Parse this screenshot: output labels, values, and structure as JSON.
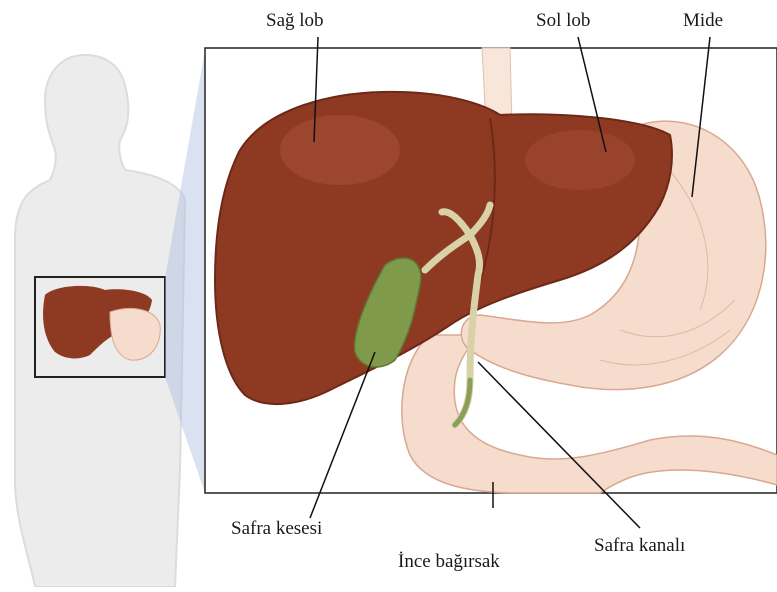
{
  "labels": {
    "right_lobe": "Sağ lob",
    "left_lobe": "Sol lob",
    "stomach": "Mide",
    "gallbladder": "Safra kesesi",
    "small_intestine": "İnce bağırsak",
    "bile_duct": "Safra kanalı"
  },
  "colors": {
    "liver": "#8e3a22",
    "liver_dark": "#6e2817",
    "liver_light": "#a9503a",
    "stomach": "#f6dccd",
    "stomach_line": "#d9a890",
    "gallbladder": "#7f9a4a",
    "bile_duct": "#d9d2a8",
    "body": "#ececec",
    "frame": "#222222",
    "zoom": "#aebce0"
  },
  "icons": {
    "body_silhouette": "human-torso-silhouette"
  }
}
